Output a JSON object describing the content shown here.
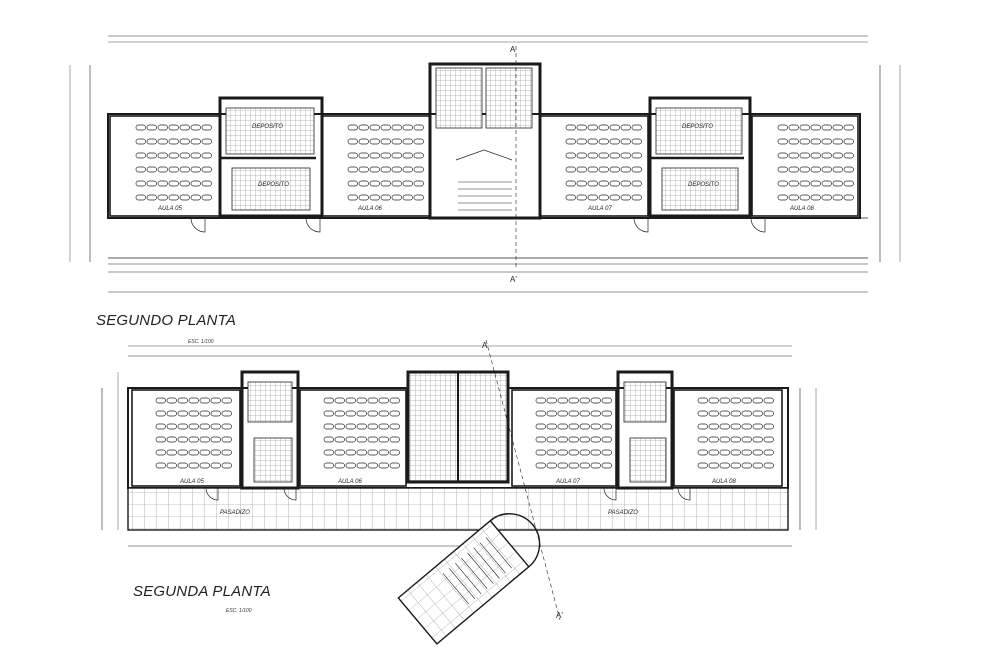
{
  "titles": {
    "top_plan": "SEGUNDO PLANTA",
    "bottom_plan": "SEGUNDA PLANTA"
  },
  "scales": {
    "bottom_plan_top": "ESC. 1/100",
    "bottom_plan_caption": "ESC. 1/100"
  },
  "section_marks": {
    "top_a": "A",
    "top_a_prime": "A'",
    "bottom_a": "A",
    "bottom_a_prime": "A'"
  },
  "top_plan": {
    "rooms": {
      "aula_left": "AULA 05",
      "aula_mid_left": "AULA 06",
      "aula_mid_right": "AULA 07",
      "aula_right": "AULA 08",
      "store_left_top": "DEPOSITO",
      "store_left_bottom": "DEPOSITO",
      "store_right_top": "DEPOSITO",
      "store_right_bottom": "DEPOSITO"
    }
  },
  "bottom_plan": {
    "rooms": {
      "aula_1": "AULA 05",
      "aula_2": "AULA 06",
      "aula_3": "AULA 07",
      "aula_4": "AULA 08",
      "corridor_left": "PASADIZO",
      "corridor_right": "PASADIZO"
    }
  },
  "colors": {
    "line": "#222222",
    "wall": "#1a1a1a",
    "grid": "#888888",
    "background": "#ffffff"
  }
}
